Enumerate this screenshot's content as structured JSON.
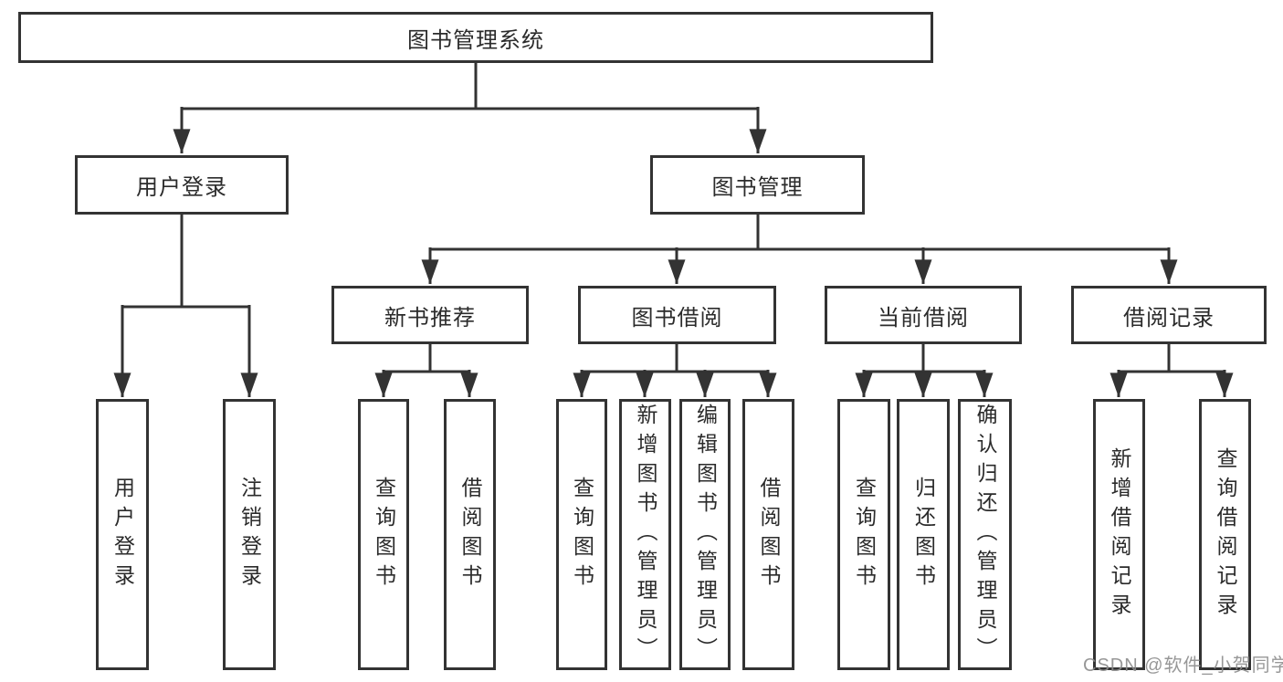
{
  "tree": {
    "label": "图书管理系统",
    "children": [
      {
        "label": "用户登录",
        "children": [
          {
            "label": "用户登录"
          },
          {
            "label": "注销登录"
          }
        ]
      },
      {
        "label": "图书管理",
        "children": [
          {
            "label": "新书推荐",
            "children": [
              {
                "label": "查询图书"
              },
              {
                "label": "借阅图书"
              }
            ]
          },
          {
            "label": "图书借阅",
            "children": [
              {
                "label": "查询图书"
              },
              {
                "label": "新增图书（管理员）"
              },
              {
                "label": "编辑图书（管理员）"
              },
              {
                "label": "借阅图书"
              }
            ]
          },
          {
            "label": "当前借阅",
            "children": [
              {
                "label": "查询图书"
              },
              {
                "label": "归还图书"
              },
              {
                "label": "确认归还（管理员）"
              }
            ]
          },
          {
            "label": "借阅记录",
            "children": [
              {
                "label": "新增借阅记录"
              },
              {
                "label": "查询借阅记录"
              }
            ]
          }
        ]
      }
    ]
  },
  "watermark": {
    "text": "CSDN @软件_小贺同学"
  },
  "colors": {
    "line": "#333333",
    "text": "#2b2b2b",
    "box_background": "#ffffff",
    "watermark": "#8c8c8c",
    "background": "#ffffff"
  }
}
